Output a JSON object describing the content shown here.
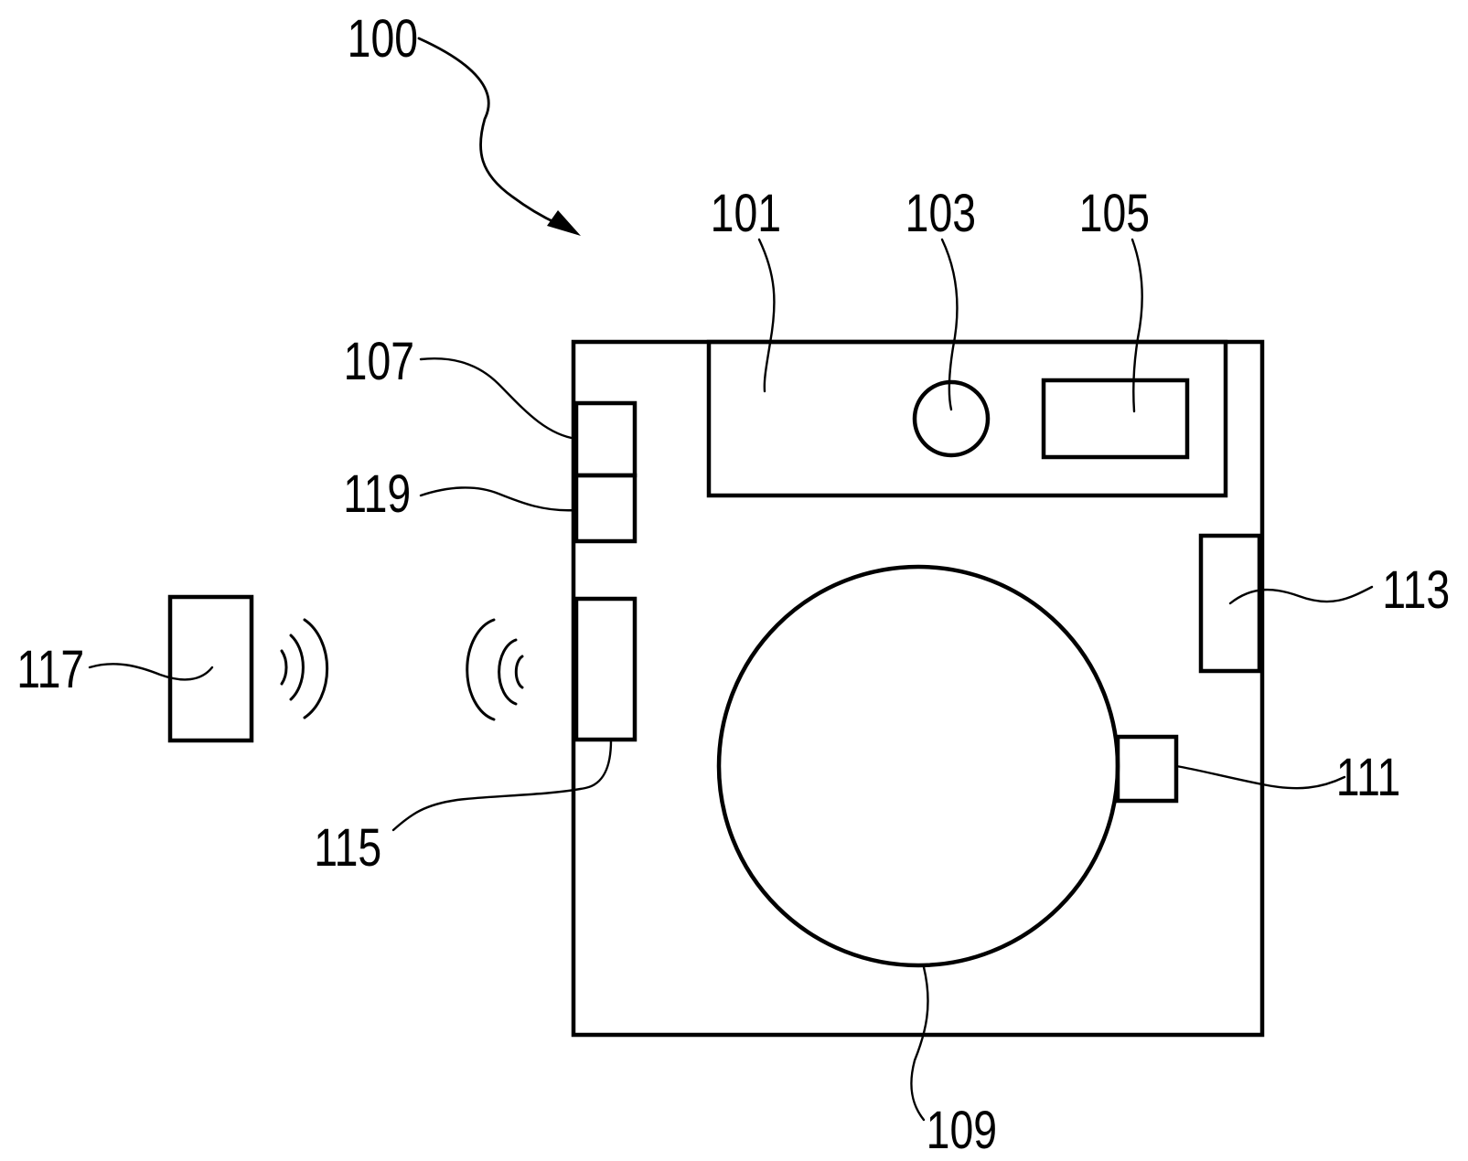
{
  "labels": {
    "ref_100": "100",
    "ref_101": "101",
    "ref_103": "103",
    "ref_105": "105",
    "ref_107": "107",
    "ref_109": "109",
    "ref_111": "111",
    "ref_113": "113",
    "ref_115": "115",
    "ref_117": "117",
    "ref_119": "119"
  }
}
